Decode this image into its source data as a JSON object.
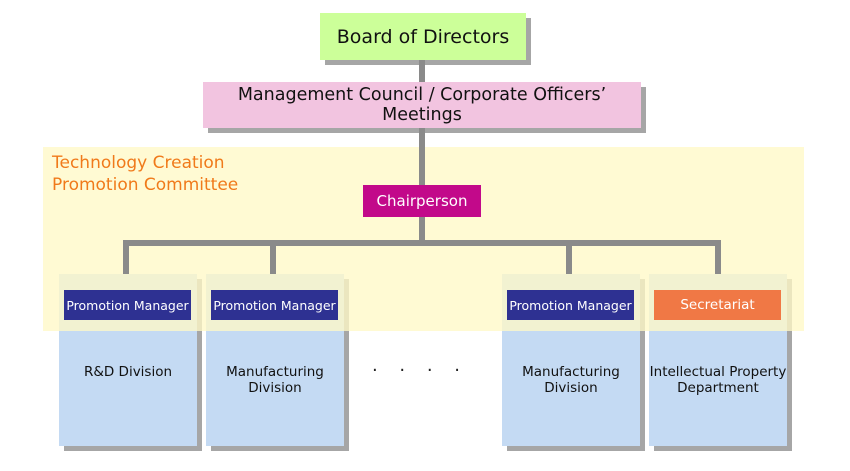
{
  "board": {
    "label": "Board of Directors"
  },
  "council": {
    "label": "Management Council / Corporate Officers’ Meetings"
  },
  "committee": {
    "title_line1": "Technology Creation",
    "title_line2": "Promotion Committee",
    "chair": "Chairperson"
  },
  "columns": [
    {
      "role": "Promotion Manager",
      "line1": "R&D Division",
      "line2": ""
    },
    {
      "role": "Promotion Manager",
      "line1": "Manufacturing",
      "line2": "Division"
    },
    {
      "role": "Promotion Manager",
      "line1": "Manufacturing",
      "line2": "Division"
    },
    {
      "role": "Secretariat",
      "line1": "Intellectual Property",
      "line2": "Department"
    }
  ],
  "ellipsis": "· · · ·",
  "colors": {
    "board": "#ccff99",
    "council": "#f2c4e0",
    "committee_area": "#fff9c7",
    "committee_title": "#f07a1a",
    "chair": "#c2098a",
    "manager": "#2e3192",
    "secretariat": "#f07845",
    "division": "#c4daf3"
  }
}
